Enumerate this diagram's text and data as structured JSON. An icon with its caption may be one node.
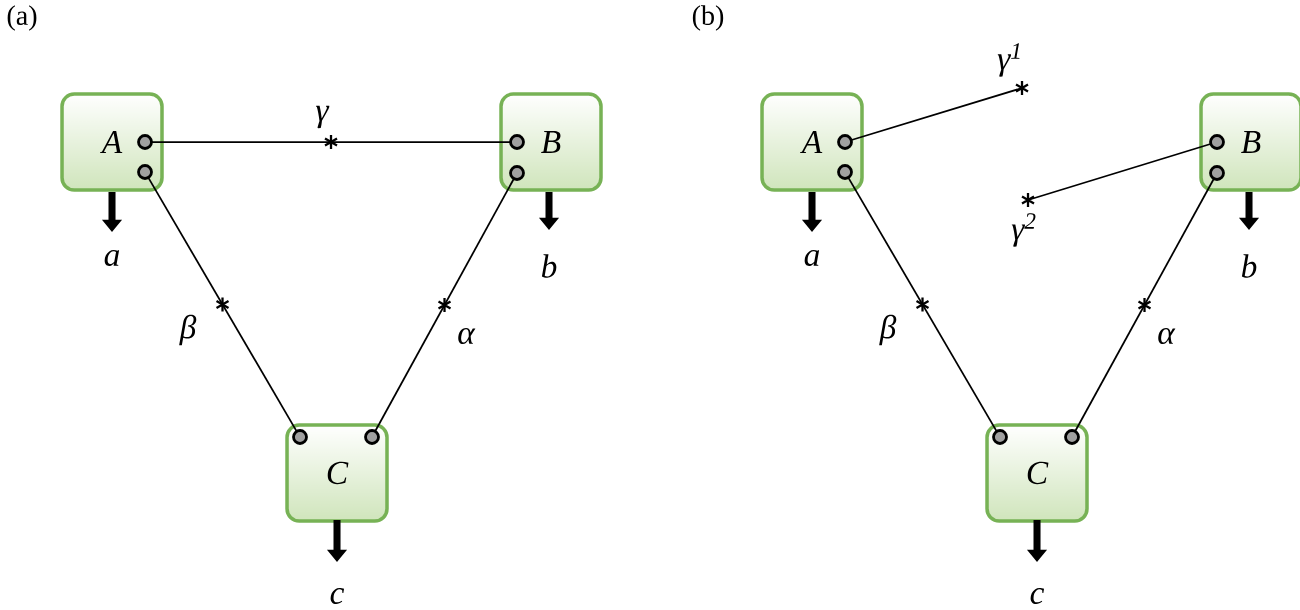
{
  "diagram": {
    "nodes": [
      {
        "text": [
          "A"
        ]
      },
      {
        "text": [
          "B"
        ]
      },
      {
        "text": [
          "C"
        ]
      },
      {
        "text": [
          "a"
        ]
      },
      {
        "text": [
          "b"
        ]
      },
      {
        "text": [
          "c"
        ]
      },
      {
        "text": [
          "A"
        ]
      },
      {
        "text": [
          "B"
        ]
      },
      {
        "text": [
          "C"
        ]
      },
      {
        "text": [
          "a"
        ]
      },
      {
        "text": [
          "b"
        ]
      },
      {
        "text": [
          "c"
        ]
      },
      {
        "text": [
          "γ$^{1}$"
        ]
      },
      {
        "text": [
          "γ$^{2}$"
        ]
      }
    ],
    "edges": [
      {
        "from": 0,
        "to": 1,
        "arrow": "none",
        "label": "γ"
      },
      {
        "from": 0,
        "to": 2,
        "arrow": "none",
        "label": "β"
      },
      {
        "from": 1,
        "to": 2,
        "arrow": "none",
        "label": "α"
      },
      {
        "from": 0,
        "to": 3,
        "arrow": "to",
        "style": "thick"
      },
      {
        "from": 1,
        "to": 4,
        "arrow": "to",
        "style": "thick"
      },
      {
        "from": 2,
        "to": 5,
        "arrow": "to",
        "style": "thick"
      },
      {
        "from": 6,
        "to": 12,
        "arrow": "none"
      },
      {
        "from": 7,
        "to": 13,
        "arrow": "none"
      },
      {
        "from": 6,
        "to": 8,
        "arrow": "none",
        "label": "β"
      },
      {
        "from": 7,
        "to": 8,
        "arrow": "none",
        "label": "α"
      },
      {
        "from": 6,
        "to": 9,
        "arrow": "to",
        "style": "thick"
      },
      {
        "from": 7,
        "to": 10,
        "arrow": "to",
        "style": "thick"
      },
      {
        "from": 8,
        "to": 11,
        "arrow": "to",
        "style": "thick"
      }
    ],
    "labels": [
      "(a)",
      "(b)"
    ]
  }
}
